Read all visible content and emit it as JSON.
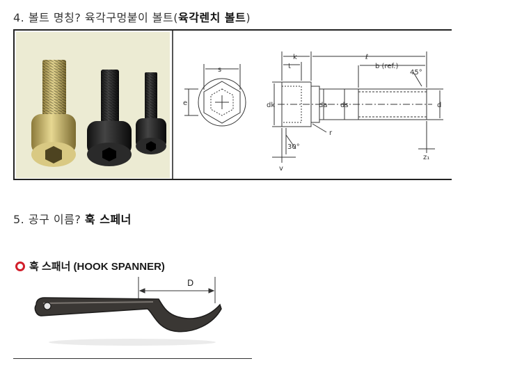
{
  "question4": {
    "prefix": "4. 볼트 명칭? 육각구멍붙이 볼트(",
    "answer": "육각렌치 볼트",
    "suffix": ")"
  },
  "drawing_labels": {
    "s": "s",
    "e": "e",
    "k": "k",
    "t": "t",
    "l": "ℓ",
    "b_ref": "b (ref.)",
    "angle45": "45°",
    "dk": "dk",
    "da": "da",
    "ds": "ds",
    "d": "d",
    "r": "r",
    "angle30": "30°",
    "v": "v",
    "z": "z₁"
  },
  "question5": {
    "prefix": "5. 공구 이름? ",
    "answer": "훅 스페너"
  },
  "spanner": {
    "heading": "훅 스패너 (HOOK SPANNER)",
    "dimension": "D"
  },
  "colors": {
    "accent": "#d21f2b",
    "photo_bg": "#ecebd3"
  }
}
